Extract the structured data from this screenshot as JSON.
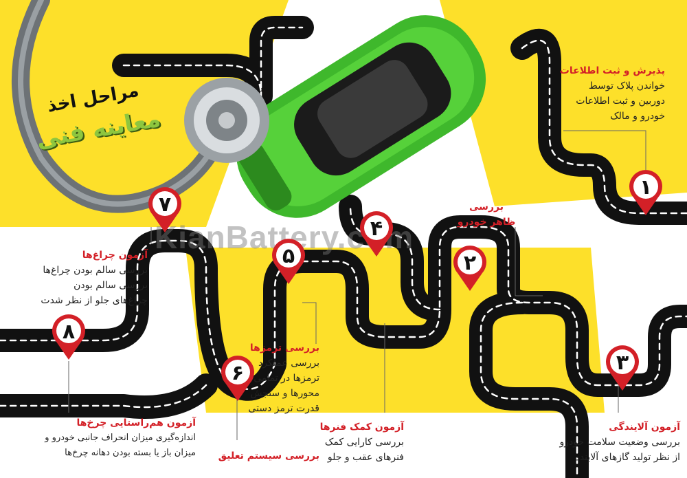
{
  "hero": {
    "line1": "مراحل اخذ",
    "line2": "معاینه فنی"
  },
  "watermark": "KianBattery.com",
  "colors": {
    "yellow": "#fde02a",
    "road": "#111111",
    "pin_red": "#d32027",
    "title_red": "#d32027",
    "car_green": "#3fb82c"
  },
  "steps": [
    {
      "num": "۱",
      "title": "پذیرش و ثبت اطلاعات",
      "lines": [
        "خواندن پلاک توسط",
        "دوربین و ثبت اطلاعات",
        "خودرو و مالک"
      ]
    },
    {
      "num": "۲",
      "title": "بررسی",
      "lines": [
        "ظاهر خودرو"
      ]
    },
    {
      "num": "۳",
      "title": "آزمون آلایندگی",
      "lines": [
        "بررسی وضعیت سلامت خودرو",
        "از نظر تولید گازهای آلاینده"
      ]
    },
    {
      "num": "۴",
      "title": "آزمون کمک فنرها",
      "lines": [
        "بررسی کارایی کمک",
        "فنرهای عقب و جلو"
      ]
    },
    {
      "num": "۵",
      "title": "بررسی ترمزها",
      "lines": [
        "بررسی عملکرد",
        "ترمزها در تمامی",
        "محورها و سنجش",
        "قدرت ترمز دستی"
      ]
    },
    {
      "num": "۶",
      "title": "بررسی سیستم تعلیق",
      "lines": []
    },
    {
      "num": "۷",
      "title": "آزمون چراغ‌ها",
      "lines": [
        "بررسی سالم بودن چراغ‌ها",
        "بررسی سالم بودن",
        "چراغ‌های جلو از نظر شدت"
      ]
    },
    {
      "num": "۸",
      "title": "آزمون هم‌راستایی چرخ‌ها",
      "lines": [
        "اندازه‌گیری میزان انحراف جانبی خودرو و",
        "میزان باز یا بسته بودن دهانه چرخ‌ها"
      ]
    }
  ]
}
